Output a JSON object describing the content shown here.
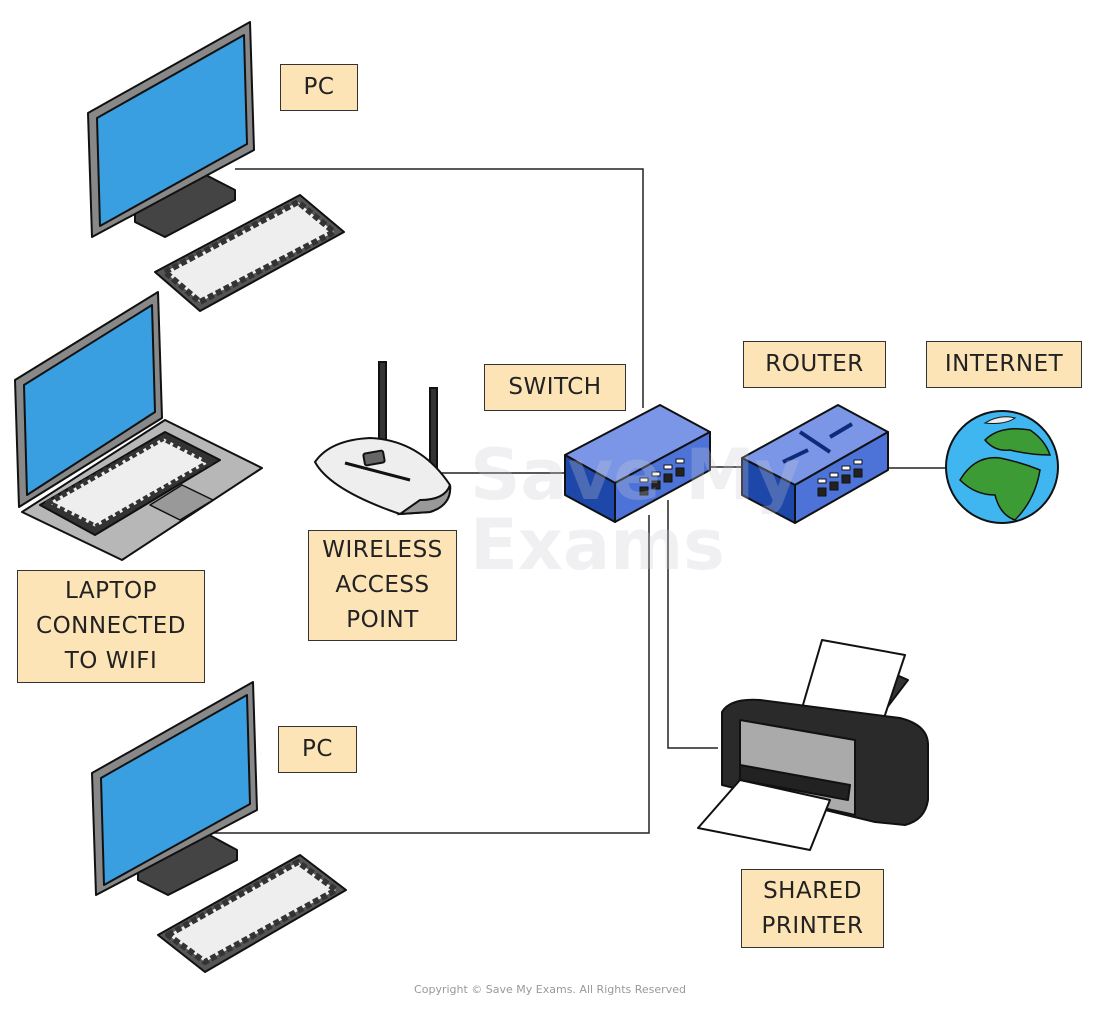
{
  "watermark": {
    "line1": "Save My",
    "line2": "Exams"
  },
  "labels": {
    "pc_top": "PC",
    "switch": "SWITCH",
    "router": "ROUTER",
    "internet": "INTERNET",
    "wap": [
      "WIRELESS",
      "ACCESS",
      "POINT"
    ],
    "laptop": [
      "LAPTOP",
      "CONNECTED",
      "TO WIFI"
    ],
    "pc_bottom": "PC",
    "printer": [
      "SHARED",
      "PRINTER"
    ]
  },
  "copyright": "Copyright © Save My Exams. All Rights Reserved",
  "colors": {
    "label_fill": "#fde4b6",
    "screen": "#3a9fe0",
    "switch": "#4a6fd8",
    "globe_ocean": "#3fb6ef",
    "globe_land": "#3d9b35"
  }
}
